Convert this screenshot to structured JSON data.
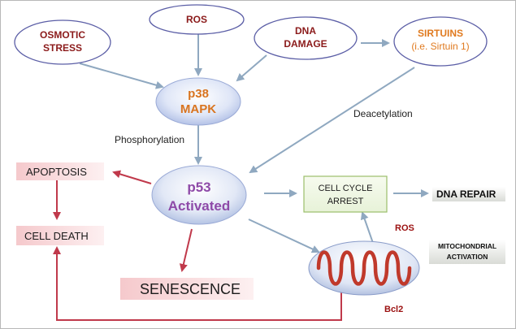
{
  "nodes": {
    "osmotic_stress": [
      "OSMOTIC",
      "STRESS"
    ],
    "ros_top": "ROS",
    "dna_damage": [
      "DNA",
      "DAMAGE"
    ],
    "sirtuins": [
      "SIRTUINS",
      "(i.e. Sirtuin 1)"
    ],
    "p38": [
      "p38",
      "MAPK"
    ],
    "p53": [
      "p53",
      "Activated"
    ],
    "apoptosis": "APOPTOSIS",
    "cell_death": "CELL DEATH",
    "senescence": "SENESCENCE",
    "cell_cycle_arrest": [
      "CELL CYCLE",
      "ARREST"
    ],
    "dna_repair": "DNA REPAIR",
    "mitochondrial_activation": [
      "MITOCHONDRIAL",
      "ACTIVATION"
    ]
  },
  "labels": {
    "phosphorylation": "Phosphorylation",
    "deacetylation": "Deacetylation",
    "ros_bottom": "ROS",
    "bcl2": "Bcl2"
  },
  "colors": {
    "arrow_gray": "#8fa8c0",
    "arrow_red": "#c0394b",
    "dark_red": "#8b1a1a",
    "orange": "#e07a1f",
    "purple": "#8e4aa8"
  }
}
